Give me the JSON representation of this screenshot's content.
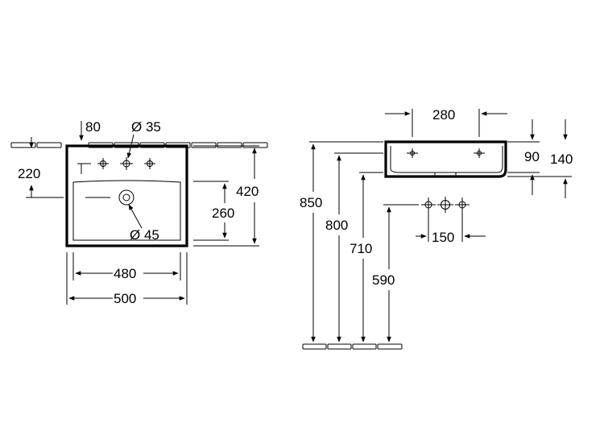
{
  "front_view": {
    "dims": {
      "top_tap_offset": "80",
      "tap_hole_diameter": "Ø 35",
      "waste_diameter": "Ø 45",
      "tap_height": "220",
      "overall_height": "420",
      "waste_height": "260",
      "inner_width": "480",
      "overall_width": "500"
    }
  },
  "side_view": {
    "dims": {
      "tap_spacing": "280",
      "basin_depth": "90",
      "basin_height": "140",
      "rim_height": "850",
      "bowl_height": "800",
      "waste_height": "710",
      "supply_height": "590",
      "supply_spacing": "150"
    }
  },
  "colors": {
    "line": "#000000",
    "background": "#ffffff"
  }
}
